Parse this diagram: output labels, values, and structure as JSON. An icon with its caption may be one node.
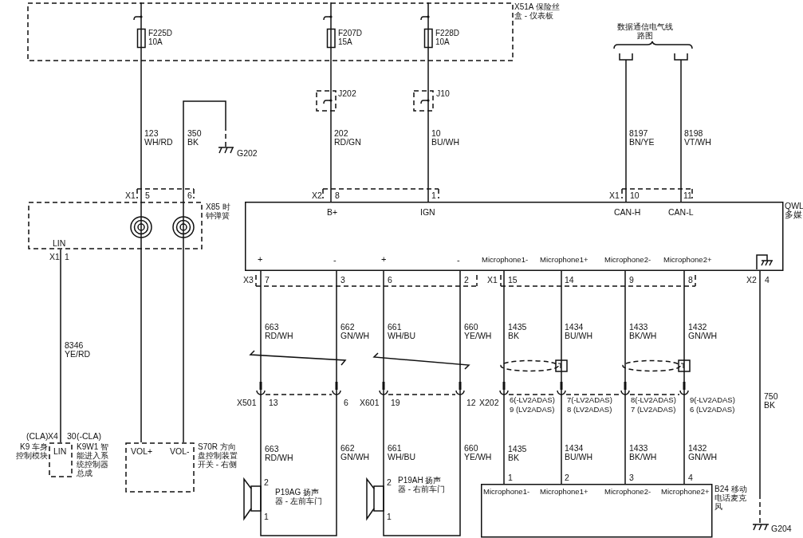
{
  "diagram": {
    "nodes": [
      {
        "text": [
          "X51A 保险丝盒 - 仪表板"
        ]
      },
      {
        "text": [
          "F225D 10A"
        ],
        "in": 0
      },
      {
        "text": [
          "F207D 15A"
        ],
        "in": 0
      },
      {
        "text": [
          "F228D 10A"
        ],
        "in": 0
      },
      {
        "text": [
          "数据通信电气线路图"
        ]
      },
      {
        "text": [
          "J202"
        ]
      },
      {
        "text": [
          "J10"
        ]
      },
      {
        "text": [
          "G202"
        ]
      },
      {
        "text": [
          "X85 时钟弹簧",
          "LIN"
        ]
      },
      {
        "text": [
          "B+",
          "IGN",
          "CAN-H",
          "CAN-L",
          "QWL 多媒",
          "+",
          "-",
          "+",
          "-",
          "Microphone1-",
          "Microphone1+",
          "Microphone2-",
          "Microphone2+"
        ]
      },
      {
        "text": [
          "K9 车身控制模块",
          "LIN",
          "K9W1 智能进入系统控制器总成"
        ]
      },
      {
        "text": [
          "VOL+",
          "VOL-",
          "S70R 方向盘控制装置开关 - 右侧"
        ]
      },
      {
        "text": [
          "P19AG 扬声器 - 左前车门"
        ]
      },
      {
        "text": [
          "P19AH 扬声器 - 右前车门"
        ]
      },
      {
        "text": [
          "Microphone1-",
          "Microphone1+",
          "Microphone2-",
          "Microphone2+",
          "B24 移动电话麦克风"
        ]
      },
      {
        "text": [
          "G204"
        ]
      }
    ],
    "edges": [
      {
        "from": 1,
        "to": 8,
        "arrow": "none",
        "label": "123 WH/RD"
      },
      {
        "from": 8,
        "to": 11,
        "arrow": "none"
      },
      {
        "from": 7,
        "to": 8,
        "arrow": "none",
        "label": "350 BK"
      },
      {
        "from": 8,
        "to": 11,
        "arrow": "none"
      },
      {
        "from": 2,
        "to": 5,
        "arrow": "none"
      },
      {
        "from": 5,
        "to": 9,
        "arrow": "none",
        "label": "202 RD/GN"
      },
      {
        "from": 3,
        "to": 6,
        "arrow": "none"
      },
      {
        "from": 6,
        "to": 9,
        "arrow": "none",
        "label": "10 BU/WH"
      },
      {
        "from": 4,
        "to": 9,
        "arrow": "none",
        "label": "8197 BN/YE"
      },
      {
        "from": 4,
        "to": 9,
        "arrow": "none",
        "label": "8198 VT/WH"
      },
      {
        "from": 8,
        "to": 10,
        "arrow": "none",
        "label": "8346 YE/RD"
      },
      {
        "from": 9,
        "to": 12,
        "arrow": "none",
        "label": "663 RD/WH"
      },
      {
        "from": 9,
        "to": 12,
        "arrow": "none",
        "label": "662 GN/WH"
      },
      {
        "from": 9,
        "to": 13,
        "arrow": "none",
        "label": "661 WH/BU"
      },
      {
        "from": 9,
        "to": 13,
        "arrow": "none",
        "label": "660 YE/WH"
      },
      {
        "from": 9,
        "to": 14,
        "arrow": "none",
        "label": "1435 BK"
      },
      {
        "from": 9,
        "to": 14,
        "arrow": "none",
        "label": "1434 BU/WH"
      },
      {
        "from": 9,
        "to": 14,
        "arrow": "none",
        "label": "1433 BK/WH"
      },
      {
        "from": 9,
        "to": 14,
        "arrow": "none",
        "label": "1432 GN/WH"
      },
      {
        "from": 9,
        "to": 15,
        "arrow": "none",
        "label": "750 BK"
      }
    ],
    "labels": [
      "X1",
      "5",
      "6",
      "X2",
      "8",
      "1",
      "X1",
      "10",
      "11",
      "X1",
      "1",
      "X3",
      "7",
      "3",
      "6",
      "2",
      "X1",
      "15",
      "14",
      "9",
      "8",
      "X2",
      "4",
      "X501",
      "13",
      "6",
      "X601",
      "19",
      "12",
      "X202",
      "6(-LV2ADAS)",
      "9 (LV2ADAS)",
      "7(-LV2ADAS)",
      "8 (LV2ADAS)",
      "8(-LV2ADAS)",
      "7 (LV2ADAS)",
      "9(-LV2ADAS)",
      "6 (LV2ADAS)",
      "(CLA)",
      "X4",
      "30",
      "(-CLA)",
      "663 RD/WH",
      "662 GN/WH",
      "661 WH/BU",
      "660 YE/WH",
      "1435 BK",
      "1434 BU/WH",
      "1433 BK/WH",
      "1432 GN/WH",
      "2",
      "1",
      "2",
      "1",
      "1",
      "2",
      "3",
      "4"
    ]
  }
}
